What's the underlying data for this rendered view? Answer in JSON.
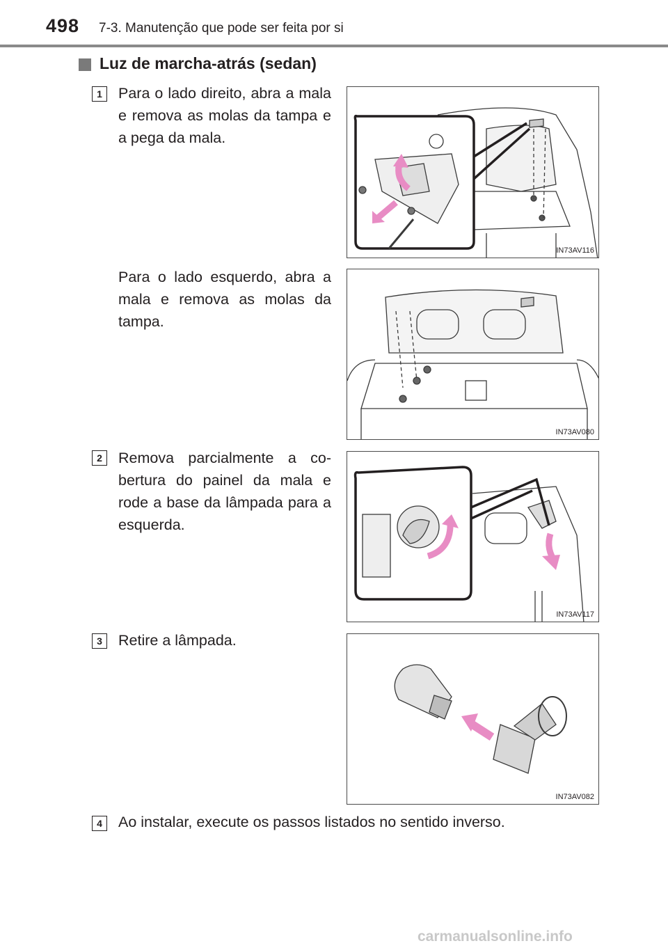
{
  "header": {
    "page_number": "498",
    "chapter_title": "7-3. Manutenção que pode ser feita por si"
  },
  "section": {
    "title": "Luz de marcha-atrás (sedan)"
  },
  "steps": [
    {
      "number": "1",
      "text": "Para o lado direito, abra a mala e remova as molas da tampa e a pega da mala."
    },
    {
      "number": "",
      "text": "Para o lado esquerdo, abra a mala e remova as molas da tampa."
    },
    {
      "number": "2",
      "text": "Remova parcialmente a co-bertura do painel da mala e rode a base da lâmpada para a esquerda."
    },
    {
      "number": "3",
      "text": "Retire a lâmpada."
    },
    {
      "number": "4",
      "text": "Ao instalar, execute os passos listados no sentido inverso."
    }
  ],
  "figures": [
    {
      "code": "IN73AV116"
    },
    {
      "code": "IN73AV080"
    },
    {
      "code": "IN73AV117"
    },
    {
      "code": "IN73AV082"
    }
  ],
  "footer": {
    "watermark": "carmanualsonline.info"
  },
  "colors": {
    "text": "#231f20",
    "rule": "#8a8a8a",
    "arrow_pink": "#e88cc4"
  }
}
